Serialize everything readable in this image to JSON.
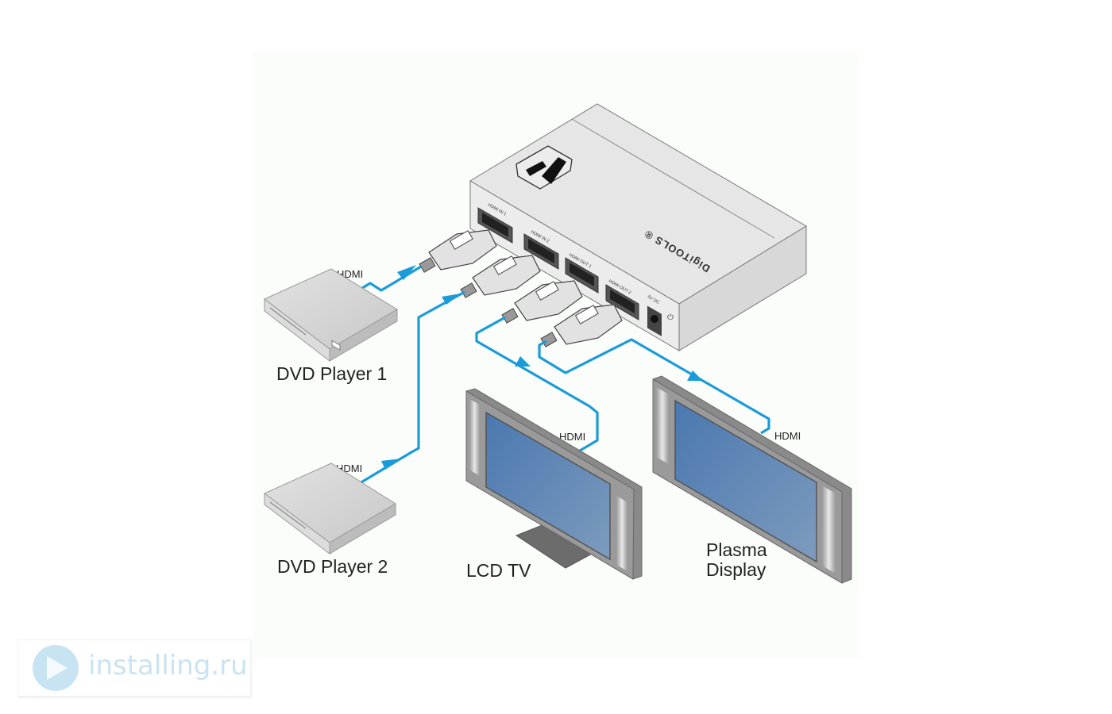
{
  "diagram": {
    "title": "HDMI 2x2 Matrix Switcher Connection Diagram",
    "device": {
      "brand_text": "DigiTOOLS ®",
      "ports": [
        "HDMI IN 1",
        "HDMI IN 2",
        "HDMI OUT 1",
        "HDMI OUT 2",
        "5V DC"
      ]
    },
    "sources": [
      {
        "label": "DVD Player 1",
        "cable_label": "HDMI"
      },
      {
        "label": "DVD Player 2",
        "cable_label": "HDMI"
      }
    ],
    "displays": [
      {
        "label": "LCD TV",
        "cable_label": "HDMI"
      },
      {
        "label_line1": "Plasma",
        "label_line2": "Display",
        "cable_label": "HDMI"
      }
    ],
    "colors": {
      "cable": "#1b9bd8",
      "screen": "#5a86b8",
      "device_body": "#e4e4e4",
      "panel_bg": "#fbfdfb"
    }
  },
  "watermark": {
    "text": "installing.ru"
  }
}
